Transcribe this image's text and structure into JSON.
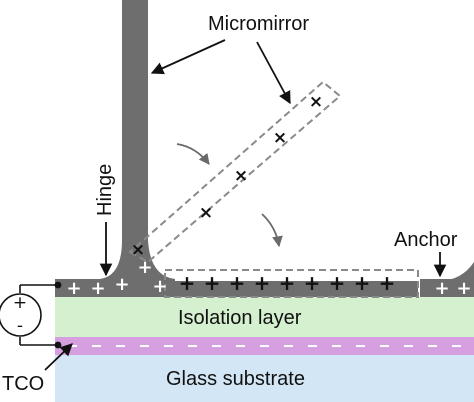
{
  "labels": {
    "micromirror": "Micromirror",
    "hinge": "Hinge",
    "anchor": "Anchor",
    "isolation_layer": "Isolation layer",
    "glass_substrate": "Glass substrate",
    "tco": "TCO"
  },
  "symbols": {
    "plus": "+",
    "cross": "×",
    "minus": "–",
    "source_plus": "+",
    "source_minus": "-"
  },
  "colors": {
    "metal": "#6e6e6e",
    "isolation_layer": "#d4f0cf",
    "tco_layer": "#d6a0e0",
    "glass_substrate": "#d3e6f5",
    "dashed_outline": "#8a8a8a",
    "arrow": "#6a6a6a"
  }
}
